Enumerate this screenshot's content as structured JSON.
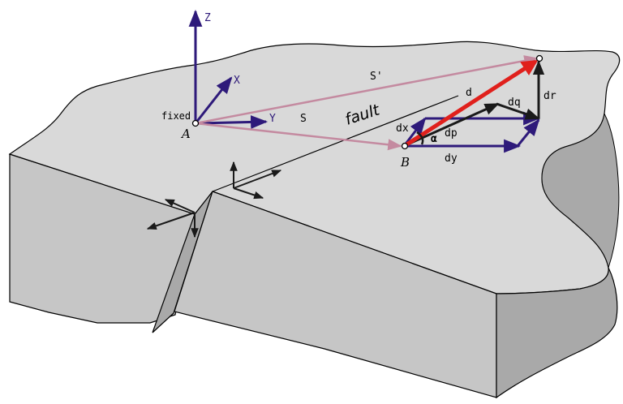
{
  "labels": {
    "axis_z": "Z",
    "axis_x": "X",
    "axis_y": "Y",
    "fixed": "fixed",
    "point_a": "A",
    "point_b": "B",
    "vector_s": "S",
    "vector_s_prime": "S'",
    "fault": "fault",
    "d": "d",
    "dq": "dq",
    "dr": "dr",
    "dx": "dx",
    "dp": "dp",
    "dy": "dy",
    "alpha": "α"
  },
  "colors": {
    "block_top": "#d9d9d9",
    "block_side_light": "#c6c6c6",
    "block_side_dark": "#a9a9a9",
    "outline": "#000000",
    "axis_blue": "#2e1a7a",
    "vector_pink": "#c48aa0",
    "vector_red": "#e0201c",
    "arrow_black": "#1a1a1a"
  }
}
